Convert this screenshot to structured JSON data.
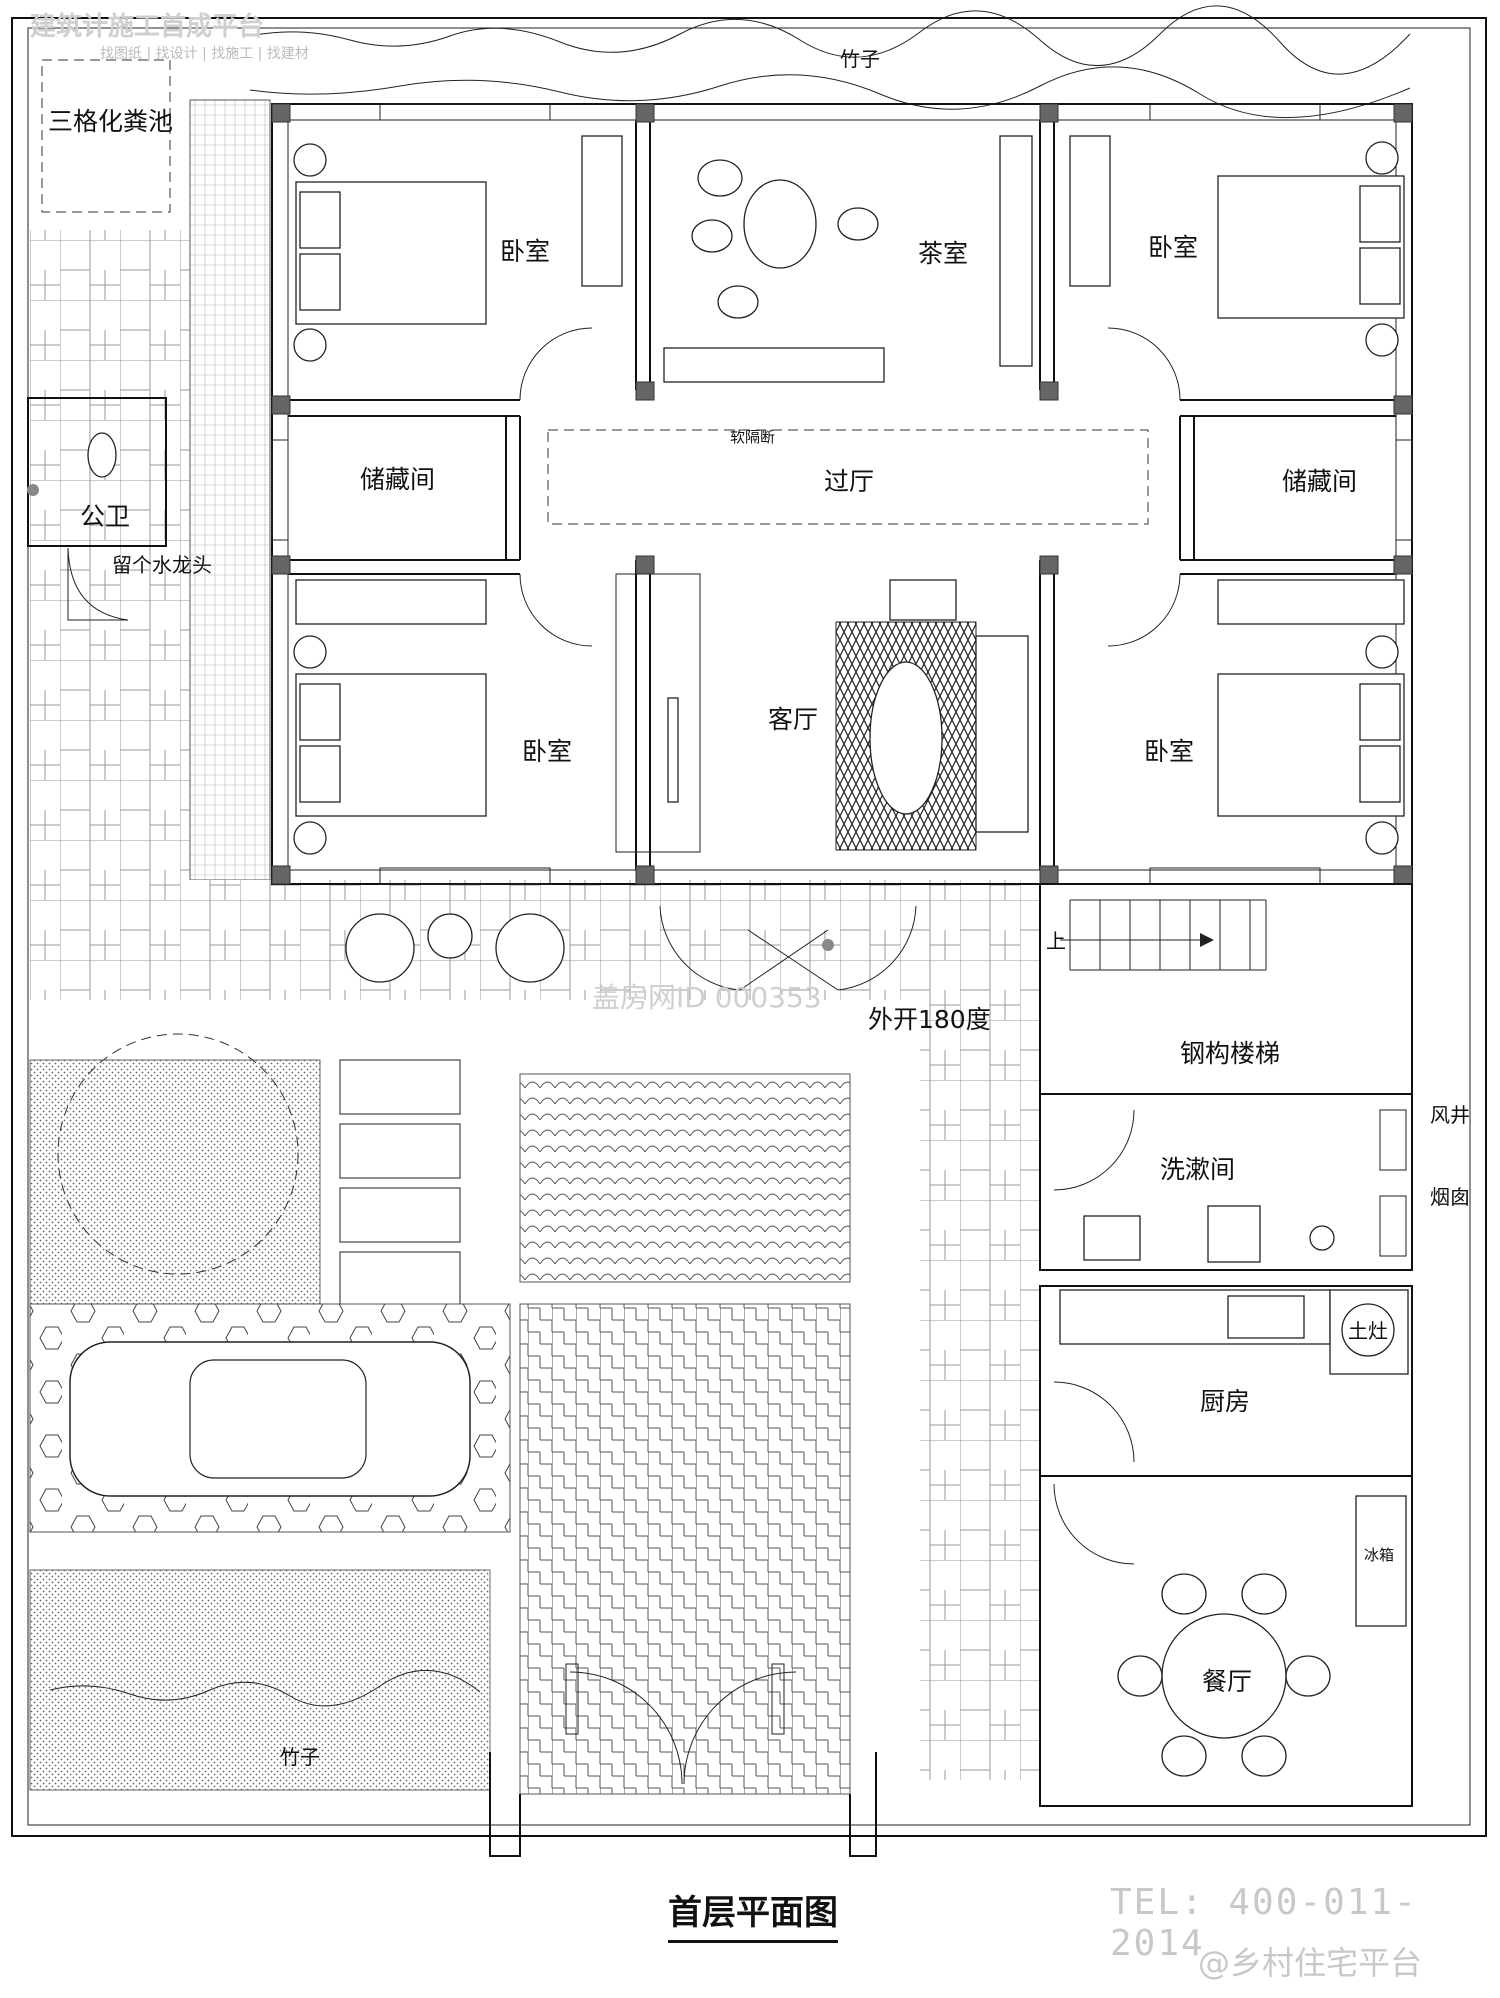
{
  "drawing": {
    "title": "首层平面图",
    "tel": "TEL: 400-011-2014",
    "platform": "@乡村住宅平台",
    "watermark_id": "盖房网ID 000353",
    "watermark_logo_main": "建筑计施工首成平台",
    "watermark_logo_sub": "找图纸 | 找设计 | 找施工 | 找建材"
  },
  "rooms": {
    "bedroom_nw": "卧室",
    "tea_room": "茶室",
    "bedroom_ne": "卧室",
    "storage_w": "储藏间",
    "hall": "过厅",
    "storage_e": "储藏间",
    "bedroom_sw": "卧室",
    "living_room": "客厅",
    "bedroom_se": "卧室",
    "public_wc": "公卫",
    "septic_tank": "三格化粪池",
    "steel_stair": "钢构楼梯",
    "laundry": "洗漱间",
    "kitchen": "厨房",
    "dining": "餐厅"
  },
  "annotations": {
    "bamboo_top": "竹子",
    "bamboo_bottom": "竹子",
    "soft_partition": "软隔断",
    "faucet": "留个水龙头",
    "door_swing": "外开180度",
    "stair_up": "上",
    "air_shaft": "风井",
    "chimney": "烟囱",
    "stove": "土灶",
    "fridge": "冰箱"
  }
}
